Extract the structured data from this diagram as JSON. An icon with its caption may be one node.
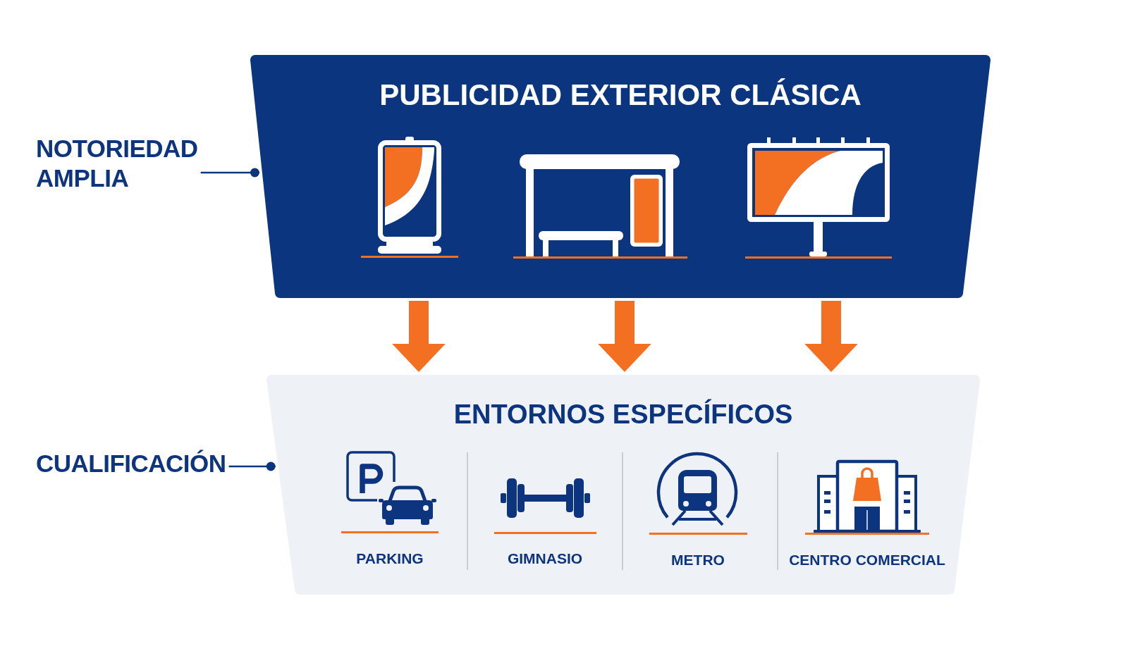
{
  "diagram": {
    "nodes": [
      {
        "text": [
          "PUBLICIDAD EXTERIOR CLÁSICA"
        ]
      },
      {
        "text": [
          "NOTORIEDAD AMPLIA"
        ]
      },
      {
        "text": [
          "ENTORNOS ESPECÍFICOS"
        ]
      },
      {
        "text": [
          "CUALIFICACIÓN"
        ]
      },
      {
        "text": [
          "PARKING"
        ],
        "in": 2
      },
      {
        "text": [
          "GIMNASIO"
        ],
        "in": 2
      },
      {
        "text": [
          "METRO"
        ],
        "in": 2
      },
      {
        "text": [
          "CENTRO COMERCIAL"
        ],
        "in": 2
      }
    ],
    "edges": [
      {
        "from": 1,
        "to": 0,
        "arrow": "other",
        "color": "#0d347e"
      },
      {
        "from": 0,
        "to": 2,
        "arrow": "to"
      },
      {
        "from": 0,
        "to": 2,
        "arrow": "to"
      },
      {
        "from": 0,
        "to": 2,
        "arrow": "to"
      },
      {
        "from": 3,
        "to": 2,
        "arrow": "other",
        "color": "#0d347e"
      }
    ]
  }
}
